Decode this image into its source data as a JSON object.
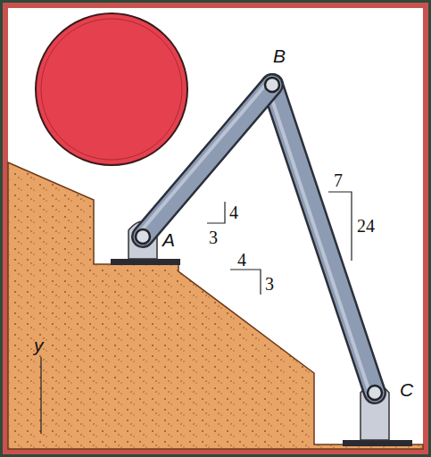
{
  "diagram": {
    "labels": [
      "B",
      "4",
      "3",
      "7",
      "24",
      "A",
      "4",
      "3",
      "y",
      "C"
    ]
  }
}
